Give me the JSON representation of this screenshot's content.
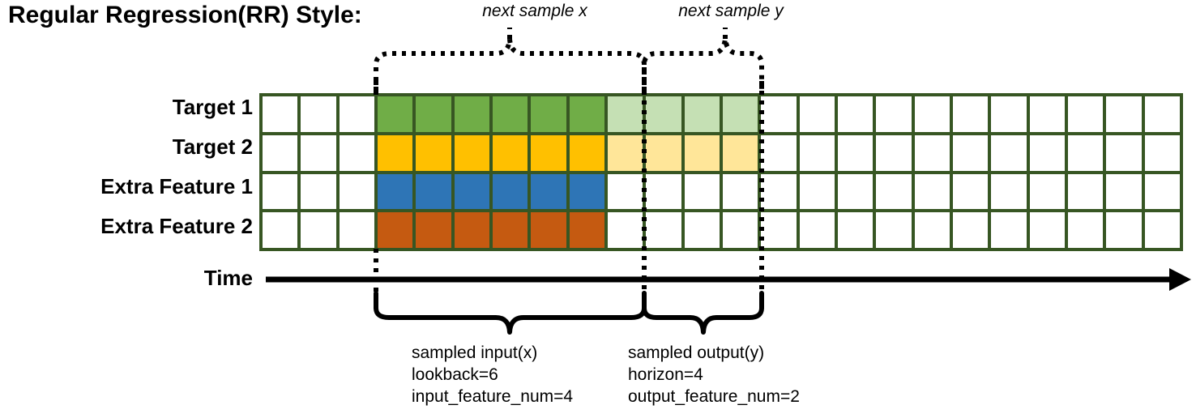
{
  "title": "Regular Regression(RR) Style:",
  "row_labels": [
    "Target 1",
    "Target 2",
    "Extra Feature 1",
    "Extra Feature 2"
  ],
  "time_axis_label": "Time",
  "top_braces": [
    {
      "label": "next sample x"
    },
    {
      "label": "next sample y"
    }
  ],
  "bottom_braces": [
    {
      "line1": "sampled input(x)",
      "line2": "lookback=6",
      "line3": "input_feature_num=4"
    },
    {
      "line1": "sampled output(y)",
      "line2": "horizon=4",
      "line3": "output_feature_num=2"
    }
  ],
  "grid": {
    "columns": 24,
    "rows": 4,
    "blank_prefix_columns": 3,
    "input_columns": 6,
    "output_columns": 4,
    "blank_suffix_columns": 11,
    "row_fill": [
      [
        "white",
        "white",
        "white",
        "green",
        "green",
        "green",
        "green",
        "green",
        "green",
        "light-green",
        "light-green",
        "light-green",
        "light-green",
        "white",
        "white",
        "white",
        "white",
        "white",
        "white",
        "white",
        "white",
        "white",
        "white",
        "white"
      ],
      [
        "white",
        "white",
        "white",
        "yellow",
        "yellow",
        "yellow",
        "yellow",
        "yellow",
        "yellow",
        "light-yellow",
        "light-yellow",
        "light-yellow",
        "light-yellow",
        "white",
        "white",
        "white",
        "white",
        "white",
        "white",
        "white",
        "white",
        "white",
        "white",
        "white"
      ],
      [
        "white",
        "white",
        "white",
        "blue",
        "blue",
        "blue",
        "blue",
        "blue",
        "blue",
        "white",
        "white",
        "white",
        "white",
        "white",
        "white",
        "white",
        "white",
        "white",
        "white",
        "white",
        "white",
        "white",
        "white",
        "white"
      ],
      [
        "white",
        "white",
        "white",
        "orange",
        "orange",
        "orange",
        "orange",
        "orange",
        "orange",
        "white",
        "white",
        "white",
        "white",
        "white",
        "white",
        "white",
        "white",
        "white",
        "white",
        "white",
        "white",
        "white",
        "white",
        "white"
      ]
    ]
  },
  "colors": {
    "grid_border": "#375623",
    "white": "#ffffff",
    "green": "#70AD47",
    "light-green": "#C5E0B4",
    "yellow": "#FFC000",
    "light-yellow": "#FFE699",
    "blue": "#2E75B6",
    "orange": "#C55A11",
    "line": "#000000"
  }
}
